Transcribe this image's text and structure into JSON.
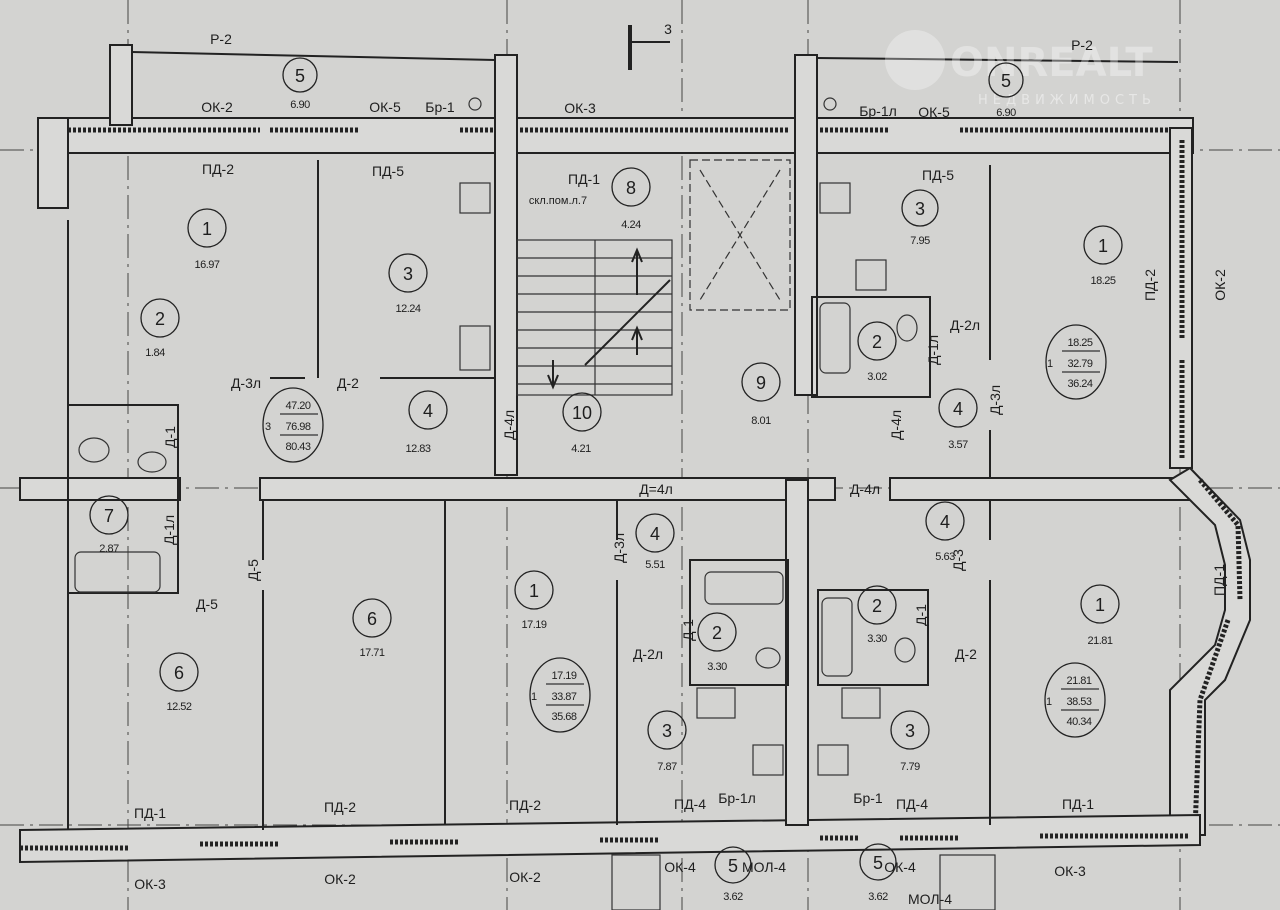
{
  "section_marker": "3",
  "watermark": {
    "brand": "ONREALT",
    "subtitle": "НЕДВИЖИМОСТЬ"
  },
  "rooms": [
    {
      "num": "5",
      "area": "6.90"
    },
    {
      "num": "1",
      "area": "16.97"
    },
    {
      "num": "2",
      "area": "1.84"
    },
    {
      "num": "3",
      "area": "12.24"
    },
    {
      "num": "4",
      "area": "12.83"
    },
    {
      "num": "8",
      "area": "4.24"
    },
    {
      "num": "10",
      "area": "4.21"
    },
    {
      "num": "9",
      "area": "8.01"
    },
    {
      "num": "5",
      "area": "6.90"
    },
    {
      "num": "3",
      "area": "7.95"
    },
    {
      "num": "1",
      "area": "18.25"
    },
    {
      "num": "2",
      "area": "3.02"
    },
    {
      "num": "4",
      "area": "3.57"
    },
    {
      "num": "7",
      "area": "2.87"
    },
    {
      "num": "6",
      "area": "12.52"
    },
    {
      "num": "6",
      "area": "17.71"
    },
    {
      "num": "1",
      "area": "17.19"
    },
    {
      "num": "4",
      "area": "5.51"
    },
    {
      "num": "2",
      "area": "3.30"
    },
    {
      "num": "3",
      "area": "7.87"
    },
    {
      "num": "4",
      "area": "5.63"
    },
    {
      "num": "2",
      "area": "3.30"
    },
    {
      "num": "3",
      "area": "7.79"
    },
    {
      "num": "1",
      "area": "21.81"
    },
    {
      "num": "5",
      "area": "3.62"
    },
    {
      "num": "5",
      "area": "3.62"
    }
  ],
  "apartments": [
    {
      "rooms": "3",
      "living": "47.20",
      "total": "76.98",
      "total_balcony": "80.43"
    },
    {
      "rooms": "1",
      "living": "18.25",
      "total": "32.79",
      "total_balcony": "36.24"
    },
    {
      "rooms": "1",
      "living": "17.19",
      "total": "33.87",
      "total_balcony": "35.68"
    },
    {
      "rooms": "1",
      "living": "21.81",
      "total": "38.53",
      "total_balcony": "40.34"
    }
  ],
  "labels": [
    "Р-2",
    "ОК-2",
    "ОК-5",
    "Бр-1",
    "ОК-3",
    "ПД-2",
    "ПД-5",
    "ПД-1",
    "скл.пом.л.7",
    "Д-3л",
    "Д-2",
    "Д-1",
    "Д-4л",
    "Р-2",
    "Бр-1л",
    "ОК-5",
    "ПД-5",
    "Д-2л",
    "Д-1л",
    "Д-4л",
    "Д-3л",
    "ПД-2",
    "ОК-2",
    "Д=4л",
    "Д-4л",
    "Д-1л",
    "Д-5",
    "Д-5",
    "Д-3л",
    "Д-1",
    "Д-2л",
    "Д-1",
    "Д-2",
    "Д-3",
    "ПД-1",
    "ПД-1",
    "ПД-2",
    "ПД-2",
    "ПД-4",
    "Бр-1л",
    "Бр-1",
    "ПД-4",
    "ПД-1",
    "ОК-3",
    "ОК-2",
    "ОК-2",
    "ОК-4",
    "МОЛ-4",
    "ОК-4",
    "МОЛ-4",
    "ОК-3"
  ]
}
